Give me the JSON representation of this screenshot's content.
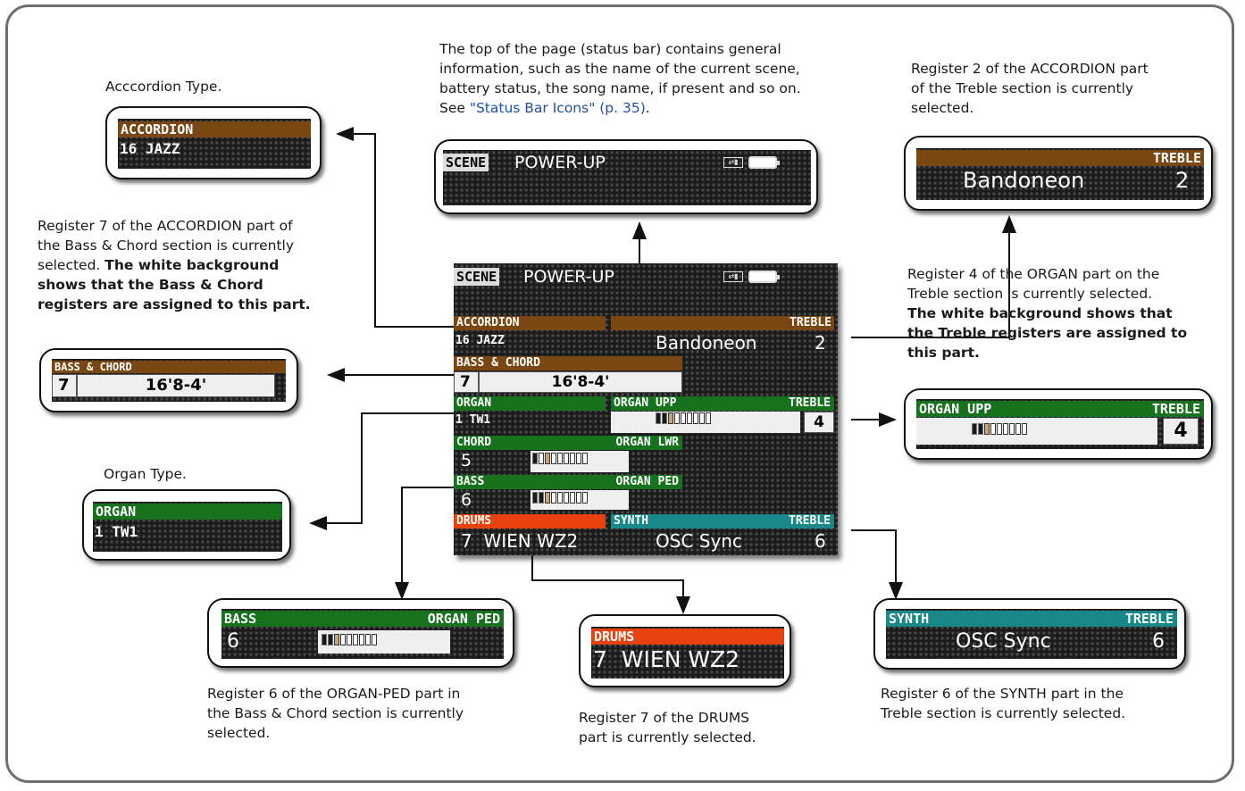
{
  "captions": {
    "accordion_type": "Acccordion Type.",
    "status_bar_1": "The top of the page (status bar) contains general",
    "status_bar_2": "information, such as the name of the current scene,",
    "status_bar_3": "battery status, the song name, if present and so on.",
    "status_bar_4_prefix": "See ",
    "status_bar_link": "\"Status Bar Icons\" (p. 35)",
    "status_bar_4_suffix": ".",
    "treble_reg2_1": "Register 2 of the ACCORDION part",
    "treble_reg2_2": "of the Treble section is currently",
    "treble_reg2_3": "selected.",
    "bass_reg7_1": "Register 7 of the ACCORDION part of",
    "bass_reg7_2": "the Bass & Chord section is currently",
    "bass_reg7_3": "selected. ",
    "bass_reg7_bold_1": "The white background",
    "bass_reg7_bold_2": "shows that the Bass & Chord",
    "bass_reg7_bold_3": "registers are assigned to this part.",
    "organ_reg4_1": "Register 4 of the ORGAN part on the",
    "organ_reg4_2": "Treble section is currently selected.",
    "organ_reg4_bold_1": "The white background shows that",
    "organ_reg4_bold_2": "the Treble registers are assigned to",
    "organ_reg4_bold_3": "this part.",
    "organ_type": "Organ Type.",
    "organ_ped_1": "Register 6 of the ORGAN-PED part in",
    "organ_ped_2": "the Bass & Chord section is currently",
    "organ_ped_3": "selected.",
    "drums_1": "Register 7 of the DRUMS",
    "drums_2": "part is currently selected.",
    "synth_1": "Register 6 of the SYNTH part in the",
    "synth_2": "Treble section is currently selected."
  },
  "screen": {
    "scene_tag": "SCENE",
    "scene_name": "POWER-UP",
    "usb_icon": "usb-icon",
    "battery_icon": "battery-icon",
    "accordion_label": "ACCORDION",
    "accordion_value": "16 JAZZ",
    "treble_label": "TREBLE",
    "treble_value": "Bandoneon",
    "treble_register": "2",
    "bass_chord_label": "BASS & CHORD",
    "bass_chord_register": "7",
    "bass_chord_value": "16'8-4'",
    "organ_label": "ORGAN",
    "organ_value": "1 TW1",
    "organ_upp_label": "ORGAN UPP",
    "organ_upp_treble": "TREBLE",
    "organ_upp_register": "4",
    "chord_label": "CHORD",
    "organ_lwr_label": "ORGAN LWR",
    "chord_register": "5",
    "bass_label": "BASS",
    "organ_ped_label": "ORGAN PED",
    "bass_register": "6",
    "drums_label": "DRUMS",
    "drums_value": "7  WIEN WZ2",
    "synth_label": "SYNTH",
    "synth_treble": "TREBLE",
    "synth_value": "OSC Sync",
    "synth_register": "6"
  },
  "colors": {
    "accordion": "#7a4712",
    "organ": "#16721d",
    "drums": "#e8420e",
    "synth": "#188888"
  }
}
